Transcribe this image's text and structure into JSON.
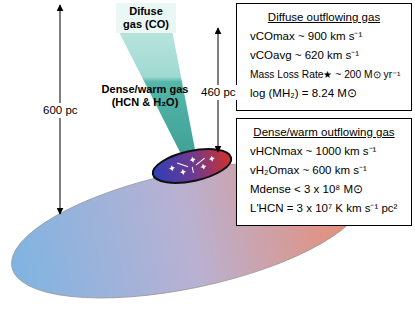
{
  "diagram": {
    "nodes": [
      {
        "text": [
          "Difuse gas (CO)"
        ]
      },
      {
        "text": [
          "Diffuse outflowing gas",
          "vCOmax ~ 900 km s⁻¹",
          "vCOavg ~ 620 km s⁻¹",
          "Mass Loss Rate★ ~ 200 M⊙ yr⁻¹",
          "log (MH₂) = 8.24 M⊙"
        ]
      },
      {
        "text": [
          "Dense/warm outflowing gas",
          "vHCNmax ~ 1000 km s⁻¹",
          "vH₂Omax ~ 600 km s⁻¹",
          "Mdense < 3 x 10⁸ M⊙",
          "L'HCN = 3 x 10⁷ K km s⁻¹ pc²"
        ]
      }
    ],
    "labels": [
      "600 pc",
      "460 pc",
      "Dense/warm gas (HCN & H₂O)"
    ]
  }
}
